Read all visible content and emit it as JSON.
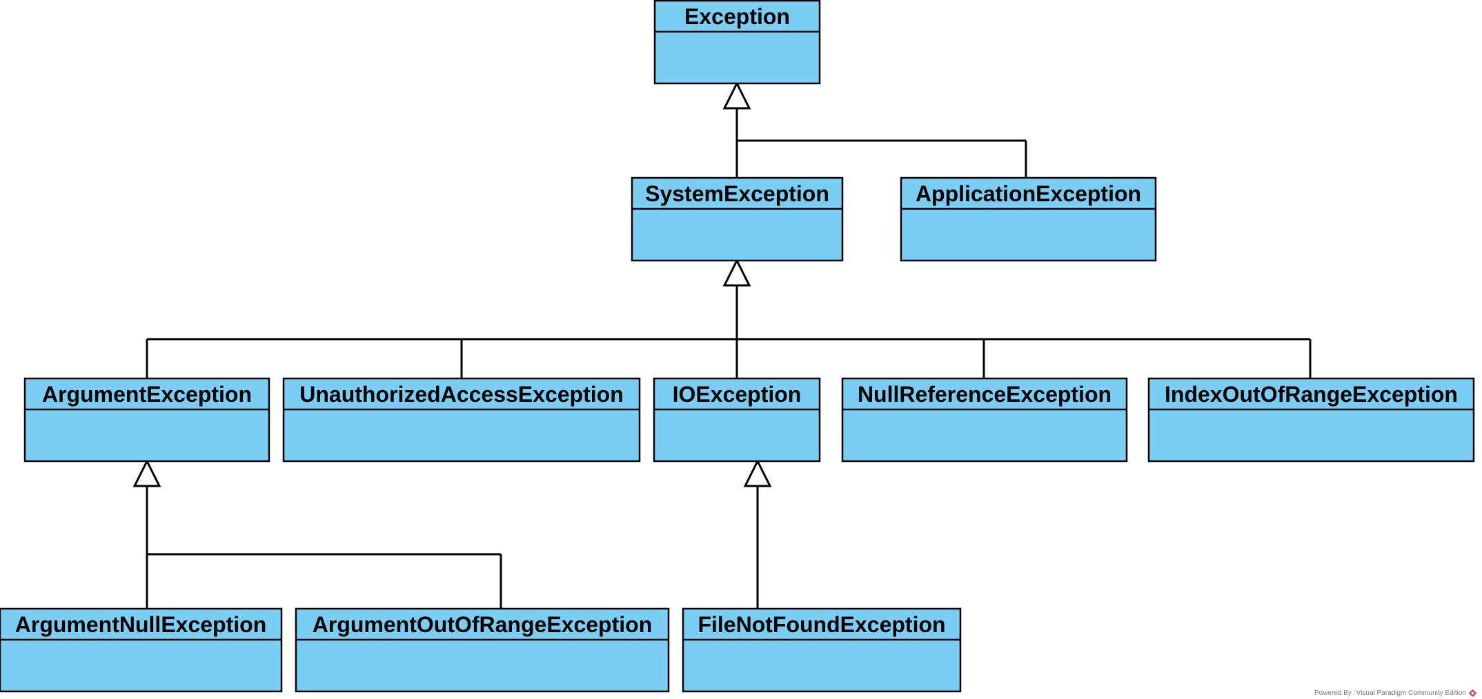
{
  "diagram": {
    "classes": [
      {
        "id": "exception",
        "name": "Exception"
      },
      {
        "id": "system-exception",
        "name": "SystemException"
      },
      {
        "id": "application-exception",
        "name": "ApplicationException"
      },
      {
        "id": "argument-exception",
        "name": "ArgumentException"
      },
      {
        "id": "unauthorized-access-exception",
        "name": "UnauthorizedAccessException"
      },
      {
        "id": "io-exception",
        "name": "IOException"
      },
      {
        "id": "null-reference-exception",
        "name": "NullReferenceException"
      },
      {
        "id": "index-out-of-range-exception",
        "name": "IndexOutOfRangeException"
      },
      {
        "id": "argument-null-exception",
        "name": "ArgumentNullException"
      },
      {
        "id": "argument-out-of-range-exception",
        "name": "ArgumentOutOfRangeException"
      },
      {
        "id": "file-not-found-exception",
        "name": "FileNotFoundException"
      }
    ],
    "generalizations": [
      {
        "parent": "exception",
        "children": [
          "system-exception",
          "application-exception"
        ]
      },
      {
        "parent": "system-exception",
        "children": [
          "argument-exception",
          "unauthorized-access-exception",
          "io-exception",
          "null-reference-exception",
          "index-out-of-range-exception"
        ]
      },
      {
        "parent": "argument-exception",
        "children": [
          "argument-null-exception",
          "argument-out-of-range-exception"
        ]
      },
      {
        "parent": "io-exception",
        "children": [
          "file-not-found-exception"
        ]
      }
    ]
  },
  "watermark": {
    "text": "Powered By : Visual Paradigm Community Edition",
    "logo_color": "#e8262d"
  },
  "colors": {
    "class_fill": "#7acef4",
    "line": "#000000",
    "background": "#ffffff"
  }
}
